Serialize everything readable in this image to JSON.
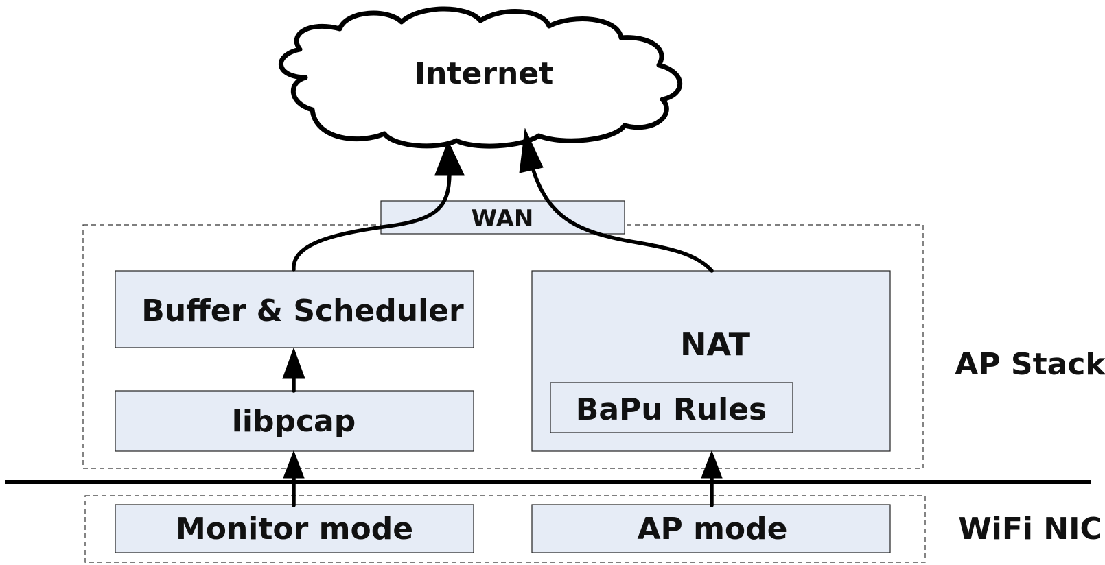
{
  "diagram": {
    "cloud_label": "Internet",
    "wan_label": "WAN",
    "boxes": {
      "buffer_scheduler": "Buffer & Scheduler",
      "libpcap": "libpcap",
      "nat": "NAT",
      "bapu_rules": "BaPu Rules",
      "monitor_mode": "Monitor mode",
      "ap_mode": "AP mode"
    },
    "layers": {
      "ap_stack": "AP Stack",
      "wifi_nic": "WiFi NIC"
    },
    "colors": {
      "box_fill": "#e6ecf6",
      "stroke": "#000000"
    }
  }
}
